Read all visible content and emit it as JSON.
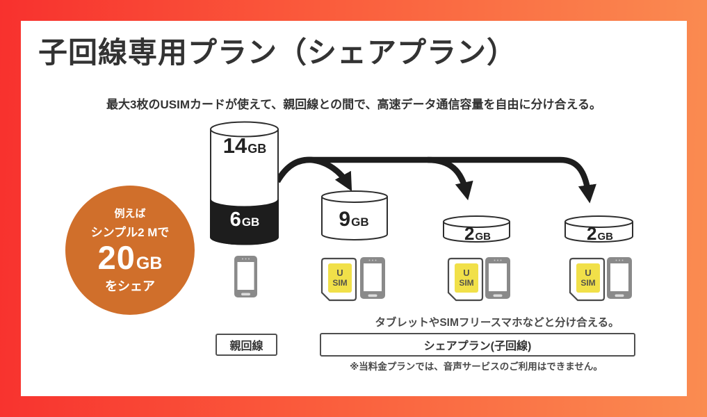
{
  "page": {
    "title": "子回線専用プラン（シェアプラン）",
    "subtitle": "最大3枚のUSIMカードが使えて、親回線との間で、高速データ通信容量を自由に分け合える。"
  },
  "badge": {
    "line1": "例えば",
    "line2": "シンプル2 Mで",
    "amount": "20",
    "unit": "GB",
    "line3": "をシェア"
  },
  "cylinders": {
    "parent": {
      "top_amount": "14",
      "top_unit": "GB",
      "bottom_amount": "6",
      "bottom_unit": "GB"
    },
    "children": [
      {
        "amount": "9",
        "unit": "GB"
      },
      {
        "amount": "2",
        "unit": "GB"
      },
      {
        "amount": "2",
        "unit": "GB"
      }
    ]
  },
  "usim": {
    "line1": "U",
    "line2": "SIM"
  },
  "labels": {
    "share_note": "タブレットやSIMフリースマホなどと分け合える。",
    "parent_box": "親回線",
    "share_box": "シェアプラン(子回線)",
    "footnote": "※当料金プランでは、音声サービスのご利用はできません。"
  },
  "colors": {
    "frame_gradient_left": "#f8312e",
    "frame_gradient_right": "#fa8c51",
    "badge_orange": "#d06f2b",
    "usim_yellow": "#f1e049",
    "ink_black": "#1d1d1d",
    "phone_gray": "#8a8a8a"
  }
}
